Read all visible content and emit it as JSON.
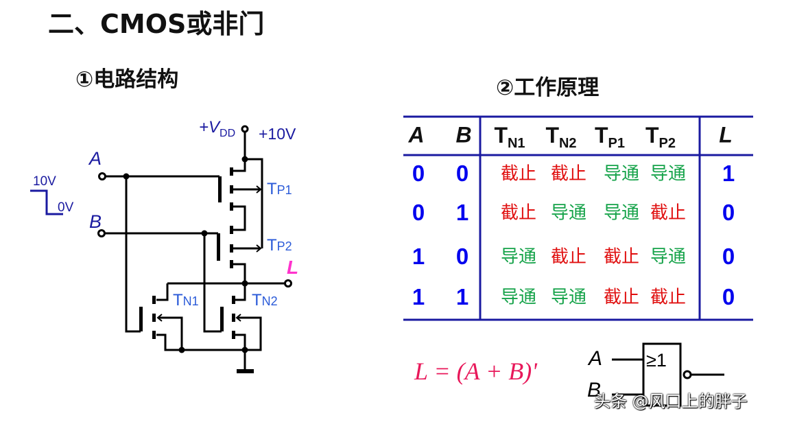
{
  "title": "二、CMOS或非门",
  "section1": "①电路结构",
  "section2": "②工作原理",
  "circuit": {
    "vdd_label": "+V",
    "vdd_sub": "DD",
    "vdd_value": "+10V",
    "input_a": "A",
    "input_b": "B",
    "output": "L",
    "wave_high": "10V",
    "wave_low": "0V",
    "tp1": "T",
    "tp1_sub": "P1",
    "tp2": "T",
    "tp2_sub": "P2",
    "tn1": "T",
    "tn1_sub": "N1",
    "tn2": "T",
    "tn2_sub": "N2"
  },
  "table": {
    "headers": [
      {
        "main": "A",
        "sub": ""
      },
      {
        "main": "B",
        "sub": ""
      },
      {
        "main": "T",
        "sub": "N1"
      },
      {
        "main": "T",
        "sub": "N2"
      },
      {
        "main": "T",
        "sub": "P1"
      },
      {
        "main": "T",
        "sub": "P2"
      },
      {
        "main": "L",
        "sub": ""
      }
    ],
    "rows": [
      [
        "0",
        "0",
        "截止",
        "截止",
        "导通",
        "导通",
        "1"
      ],
      [
        "0",
        "1",
        "截止",
        "导通",
        "导通",
        "截止",
        "0"
      ],
      [
        "1",
        "0",
        "导通",
        "截止",
        "截止",
        "导通",
        "0"
      ],
      [
        "1",
        "1",
        "导通",
        "导通",
        "截止",
        "截止",
        "0"
      ]
    ],
    "colors": {
      "off": "#e01010",
      "on": "#16a34a",
      "bits": "#0000ee"
    }
  },
  "formula": "L = (A + B)'",
  "gate": {
    "a": "A",
    "b": "B",
    "symbol": "≥1"
  },
  "watermark": "头条 @风口上的胖子"
}
